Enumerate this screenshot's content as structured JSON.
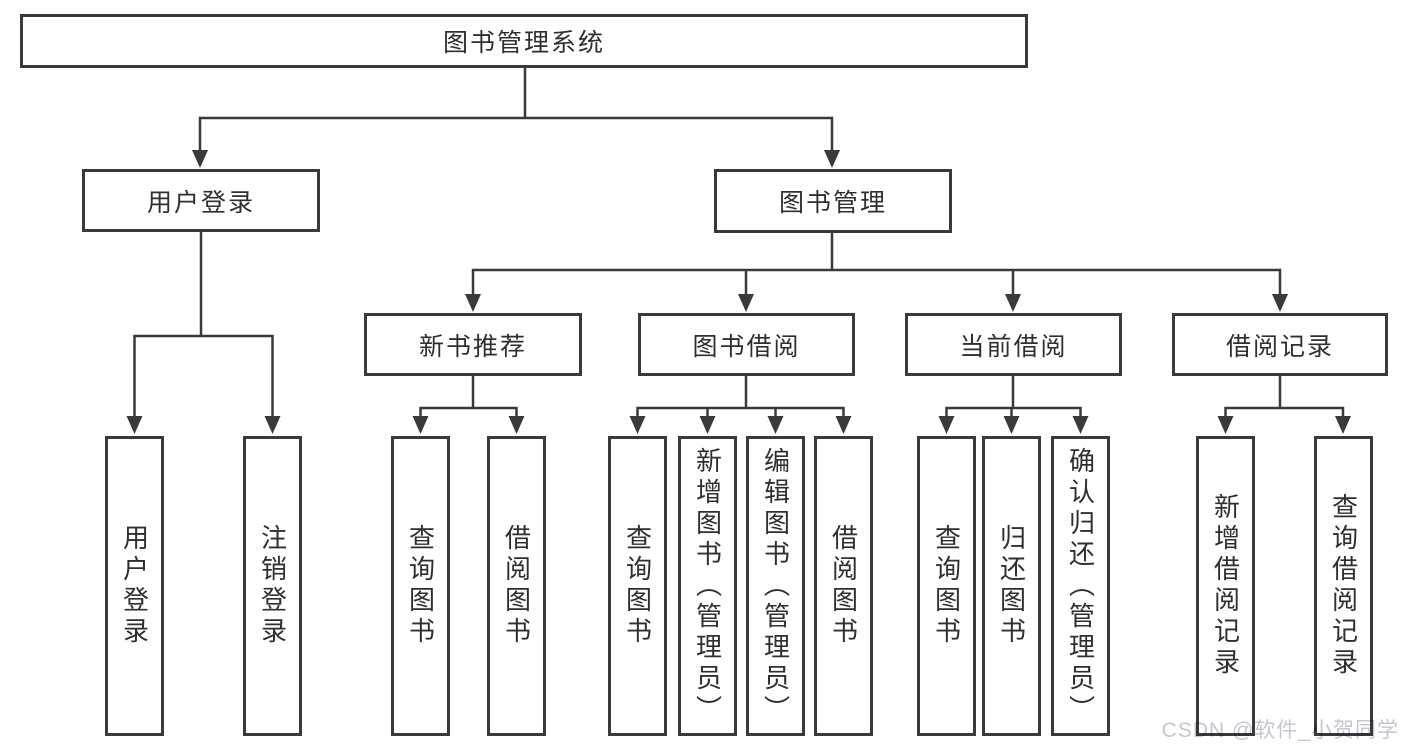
{
  "diagram_title": "图书管理系统",
  "colors": {
    "line": "#3a3a3a",
    "box_border": "#3a3a3a",
    "box_fill": "#ffffff",
    "text": "#2f2f2f",
    "watermark": "#c6c5d0"
  },
  "tree": {
    "label": "图书管理系统",
    "children": [
      {
        "label": "用户登录",
        "children": [
          {
            "label": "用户登录"
          },
          {
            "label": "注销登录"
          }
        ]
      },
      {
        "label": "图书管理",
        "children": [
          {
            "label": "新书推荐",
            "children": [
              {
                "label": "查询图书"
              },
              {
                "label": "借阅图书"
              }
            ]
          },
          {
            "label": "图书借阅",
            "children": [
              {
                "label": "查询图书"
              },
              {
                "label": "新增图书（管理员）"
              },
              {
                "label": "编辑图书（管理员）"
              },
              {
                "label": "借阅图书"
              }
            ]
          },
          {
            "label": "当前借阅",
            "children": [
              {
                "label": "查询图书"
              },
              {
                "label": "归还图书"
              },
              {
                "label": "确认归还（管理员）"
              }
            ]
          },
          {
            "label": "借阅记录",
            "children": [
              {
                "label": "新增借阅记录"
              },
              {
                "label": "查询借阅记录"
              }
            ]
          }
        ]
      }
    ]
  },
  "watermark": {
    "text": "CSDN @软件_小贺同学"
  }
}
